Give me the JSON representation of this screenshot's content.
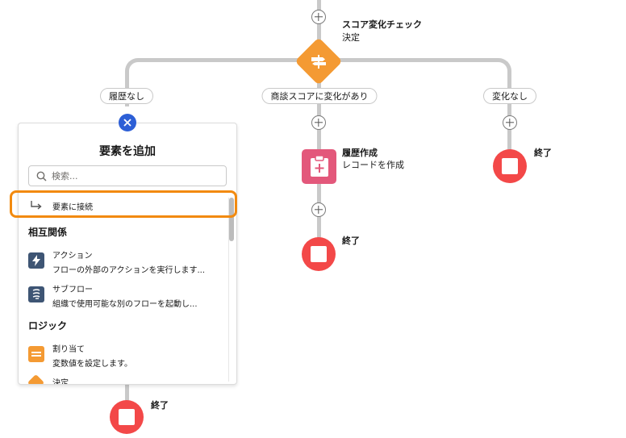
{
  "decision": {
    "name": "スコア変化チェック",
    "type": "決定"
  },
  "branches": [
    {
      "label": "履歴なし"
    },
    {
      "label": "商談スコアに変化があり"
    },
    {
      "label": "変化なし"
    }
  ],
  "record_create": {
    "name": "履歴作成",
    "type": "レコードを作成"
  },
  "end_label": "終了",
  "panel": {
    "title": "要素を追加",
    "search_placeholder": "検索...",
    "connect_label": "要素に接続",
    "sections": [
      {
        "title": "相互関係",
        "items": [
          {
            "title": "アクション",
            "desc": "フローの外部のアクションを実行します...",
            "color": "#3e5574"
          },
          {
            "title": "サブフロー",
            "desc": "組織で使用可能な別のフローを起動し...",
            "color": "#3e5574"
          }
        ]
      },
      {
        "title": "ロジック",
        "items": [
          {
            "title": "割り当て",
            "desc": "変数値を設定します。",
            "color": "#f49a33"
          },
          {
            "title": "決定",
            "desc": "",
            "color": "#f49a33"
          }
        ]
      }
    ]
  },
  "colors": {
    "decision": "#f49a33",
    "record": "#e3587b",
    "end": "#f34848",
    "close": "#2d5fd6",
    "highlight": "#f28a0f",
    "connector": "#c9c9c9"
  },
  "icons": {
    "decision": "decision-signpost-icon",
    "record": "clipboard-plus-icon",
    "end": "stop-icon",
    "close": "close-icon",
    "search": "search-icon",
    "connect": "connect-arrow-icon",
    "action": "lightning-icon",
    "subflow": "subflow-icon",
    "assignment": "equals-icon"
  }
}
